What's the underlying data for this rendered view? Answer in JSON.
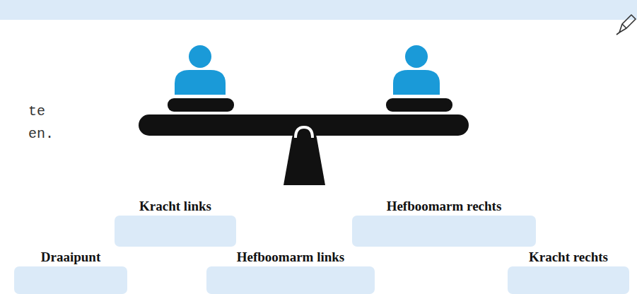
{
  "diagram": {
    "nodes": [
      {
        "text": [
          "Kracht links"
        ]
      },
      {
        "text": [
          "Hefboomarm rechts"
        ]
      },
      {
        "text": [
          "Draaipunt"
        ]
      },
      {
        "text": [
          "Hefboomarm links"
        ]
      },
      {
        "text": [
          "Kracht rechts"
        ]
      }
    ],
    "labels": [
      "te",
      "en."
    ]
  }
}
